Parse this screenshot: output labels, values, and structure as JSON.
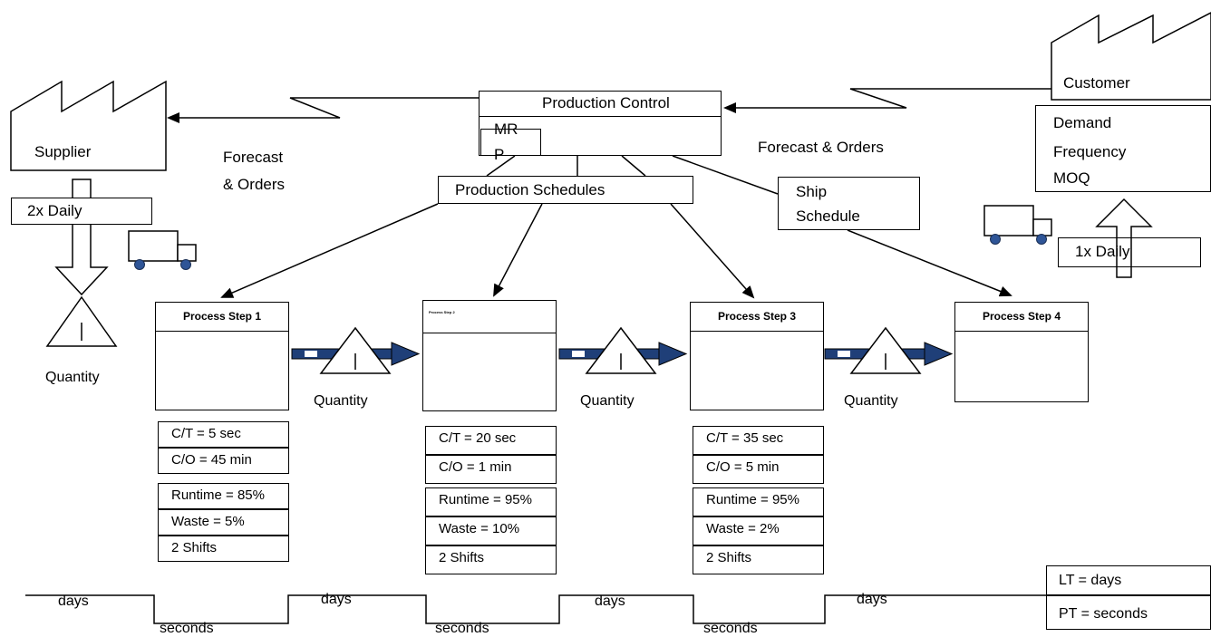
{
  "production_control": {
    "title": "Production Control",
    "mrp_line1": "MR",
    "mrp_line2": "P"
  },
  "production_schedules": "Production Schedules",
  "ship_schedule": {
    "line1": "Ship",
    "line2": "Schedule"
  },
  "supplier": {
    "name": "Supplier",
    "delivery": "2x Daily",
    "inventory_label": "Quantity"
  },
  "customer": {
    "name": "Customer",
    "requirements": [
      "Demand",
      "Frequency",
      "MOQ"
    ],
    "delivery": "1x Daily"
  },
  "forecast_left": {
    "line1": "Forecast",
    "line2": "& Orders"
  },
  "forecast_right": "Forecast & Orders",
  "processes": [
    {
      "title": "Process Step 1",
      "data": [
        "C/T = 5 sec",
        "C/O = 45 min",
        "Runtime = 85%",
        "Waste = 5%",
        "2 Shifts"
      ]
    },
    {
      "title": "Process Step 2",
      "data": [
        "C/T = 20 sec",
        "C/O = 1 min",
        "Runtime = 95%",
        "Waste = 10%",
        "2 Shifts"
      ]
    },
    {
      "title": "Process Step 3",
      "data": [
        "C/T = 35 sec",
        "C/O = 5 min",
        "Runtime = 95%",
        "Waste = 2%",
        "2 Shifts"
      ]
    },
    {
      "title": "Process Step 4"
    }
  ],
  "inventory_labels": [
    "Quantity",
    "Quantity",
    "Quantity"
  ],
  "timeline": {
    "days": [
      "days",
      "days",
      "days",
      "days"
    ],
    "seconds": [
      "seconds",
      "seconds",
      "seconds"
    ],
    "lead_time": "LT = days",
    "process_time": "PT = seconds"
  },
  "colors": {
    "push_arrow": "#1f3f78",
    "line": "#000000"
  }
}
